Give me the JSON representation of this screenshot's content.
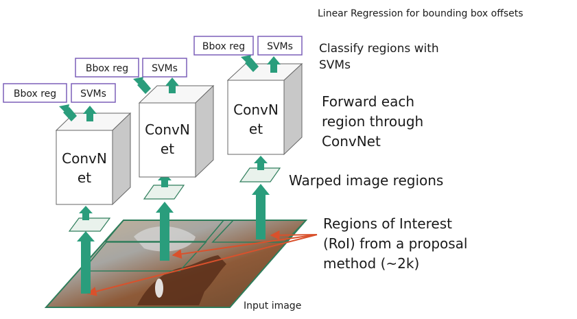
{
  "input_label": "Input image",
  "convnet_line1": "ConvN",
  "convnet_line2": "et",
  "bbox_label": "Bbox reg",
  "svm_label": "SVMs",
  "annotations": {
    "linear_regression": "Linear Regression for bounding box offsets",
    "classify_line1": "Classify regions with",
    "classify_line2": "SVMs",
    "forward_line1": "Forward each",
    "forward_line2": "region through",
    "forward_line3": "ConvNet",
    "warped": "Warped image regions",
    "roi_line1": "Regions of Interest",
    "roi_line2": "(RoI) from a proposal",
    "roi_line3": "method (~2k)"
  },
  "colors": {
    "arrow": "#2a9d7c",
    "box_border": "#7b5fb8",
    "pointer": "#d9512c",
    "frame": "#2e7d5b"
  }
}
